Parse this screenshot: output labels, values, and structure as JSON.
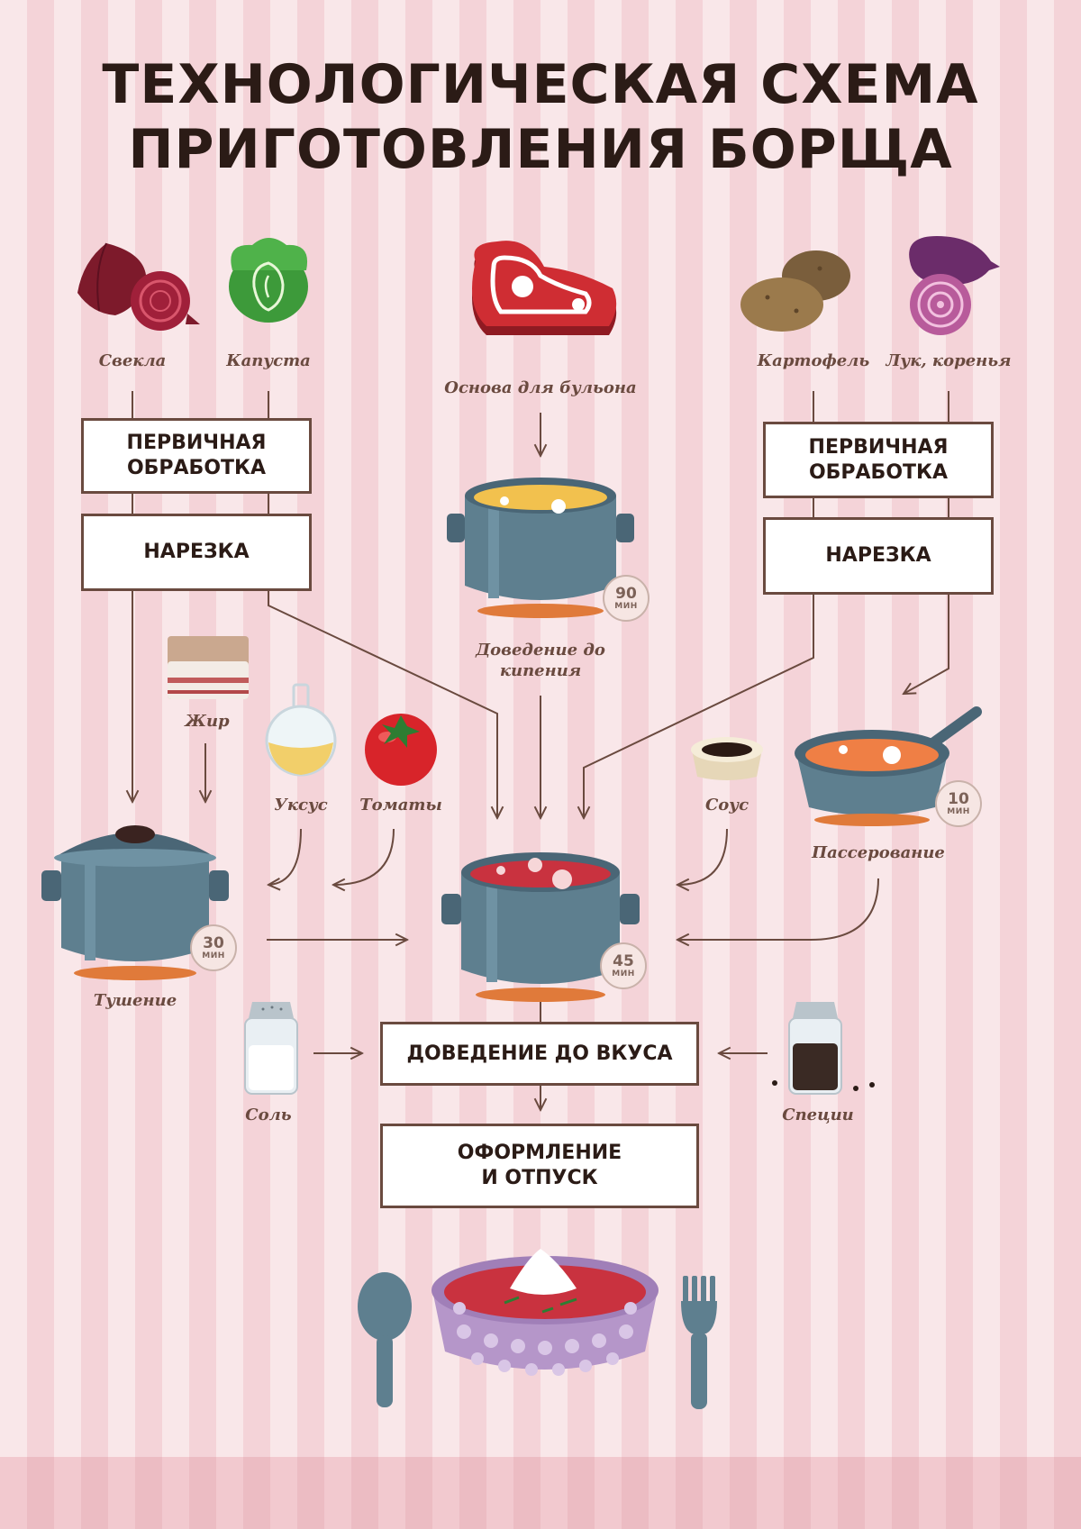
{
  "title": {
    "line1": "ТЕХНОЛОГИЧЕСКАЯ СХЕМА",
    "line2": "ПРИГОТОВЛЕНИЯ БОРЩА"
  },
  "ingredients": {
    "beet": "Свекла",
    "cabbage": "Капуста",
    "meat": "Основа для бульона",
    "potato": "Картофель",
    "onion_roots": "Лук, коренья",
    "fat": "Жир",
    "vinegar": "Уксус",
    "tomato": "Томаты",
    "sauce": "Соус",
    "salt": "Соль",
    "spices": "Специи"
  },
  "steps": {
    "primary_left": "ПЕРВИЧНАЯ\nОБРАБОТКА",
    "cutting_left": "НАРЕЗКА",
    "primary_right": "ПЕРВИЧНАЯ\nОБРАБОТКА",
    "cutting_right": "НАРЕЗКА",
    "seasoning": "ДОВЕДЕНИЕ ДО ВКУСА",
    "serving": "ОФОРМЛЕНИЕ\nИ ОТПУСК"
  },
  "processes": {
    "boiling": {
      "label": "Доведение до кипения",
      "time": "90",
      "unit": "МИН"
    },
    "stewing": {
      "label": "Тушение",
      "time": "30",
      "unit": "МИН"
    },
    "sauteing": {
      "label": "Пассерование",
      "time": "10",
      "unit": "МИН"
    },
    "cooking": {
      "time": "45",
      "unit": "МИН"
    }
  },
  "colors": {
    "line": "#6a4a3f",
    "pot": "#5e7f8f",
    "pot_dark": "#4a6676",
    "beet_red": "#a0203a",
    "soup_red": "#c9323f",
    "broth": "#f2c14e",
    "saute": "#ef7f45",
    "bowl": "#b596c9"
  }
}
